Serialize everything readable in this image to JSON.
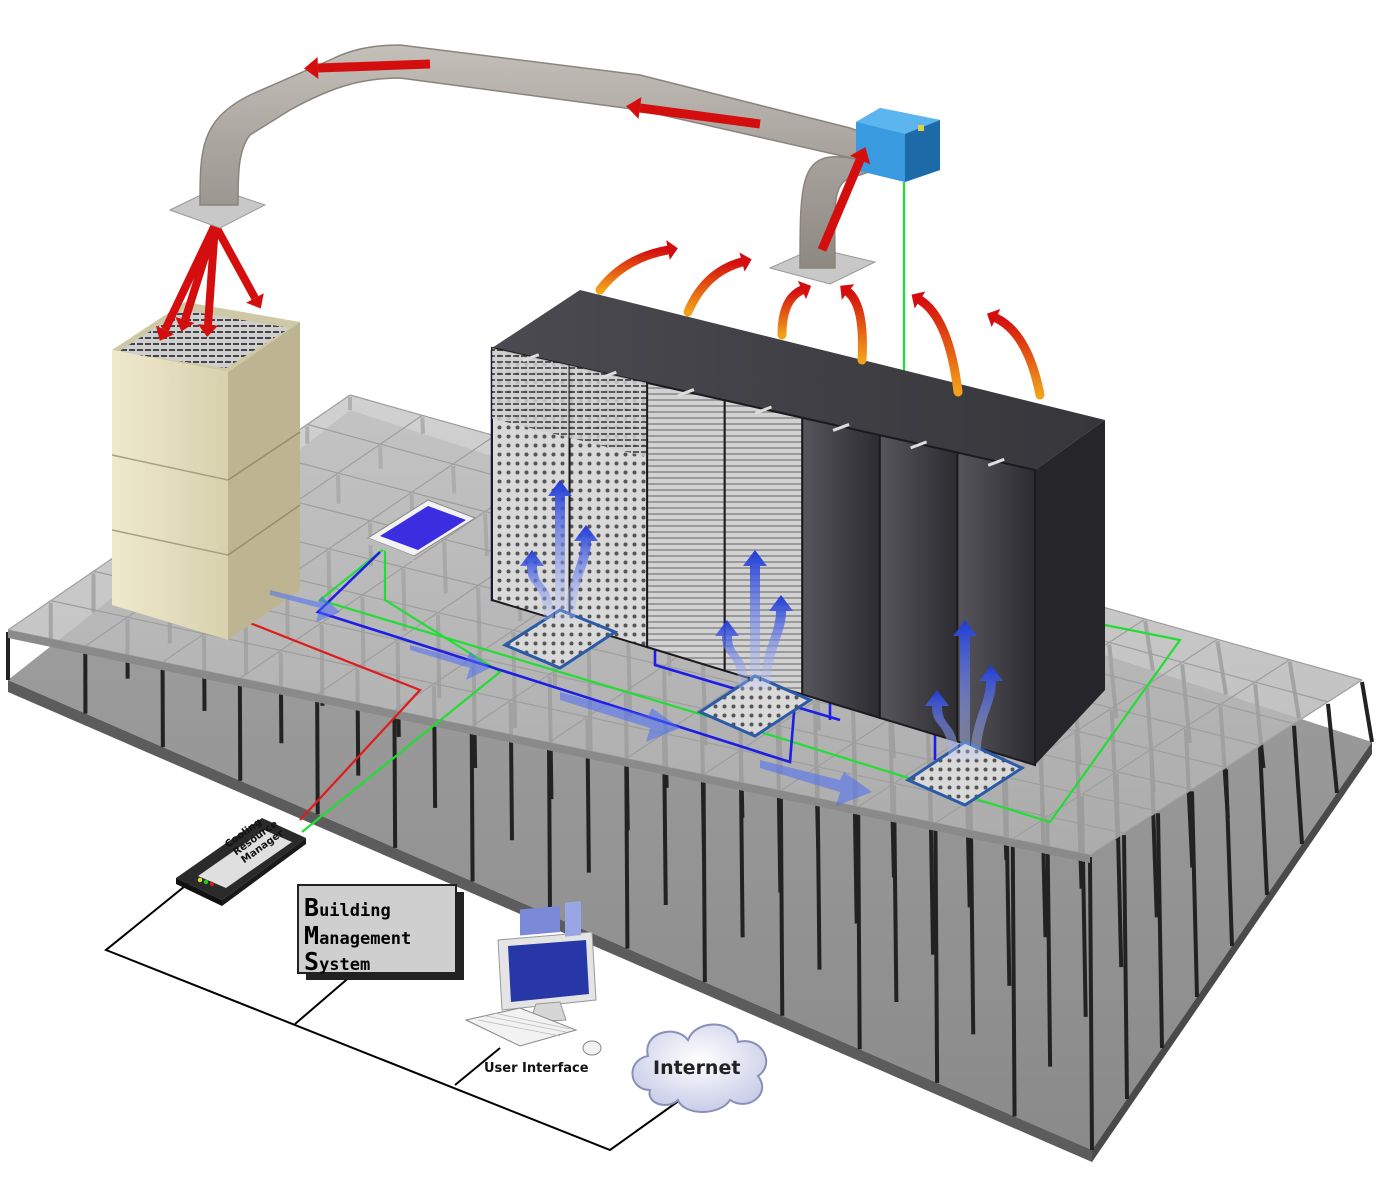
{
  "bms": {
    "line1_initial": "B",
    "line1_rest": "uilding",
    "line2_initial": "M",
    "line2_rest": "anagement",
    "line3_initial": "S",
    "line3_rest": "ystem"
  },
  "cooling_resource_manager": {
    "line1": "Cooling",
    "line2": "Resource",
    "line3": "Manager"
  },
  "user_interface_label": "User Interface",
  "internet_label": "Internet",
  "colors": {
    "hot_air": "#d40e0e",
    "cold_air": "#1f3bd6",
    "power_line": "#e01b1b",
    "data_line": "#22dd33",
    "sensor_line": "#1d1de6",
    "network_line": "#000000",
    "rack": "#3a3a3f",
    "crac_unit": "#e8e2c1",
    "floor_tile": "#d6d6d6"
  },
  "icons": [
    "duct",
    "crac-unit",
    "server-rack",
    "perforated-tile",
    "sensor-module",
    "cooling-resource-manager",
    "computer-monitor",
    "keyboard",
    "mouse",
    "cloud"
  ]
}
